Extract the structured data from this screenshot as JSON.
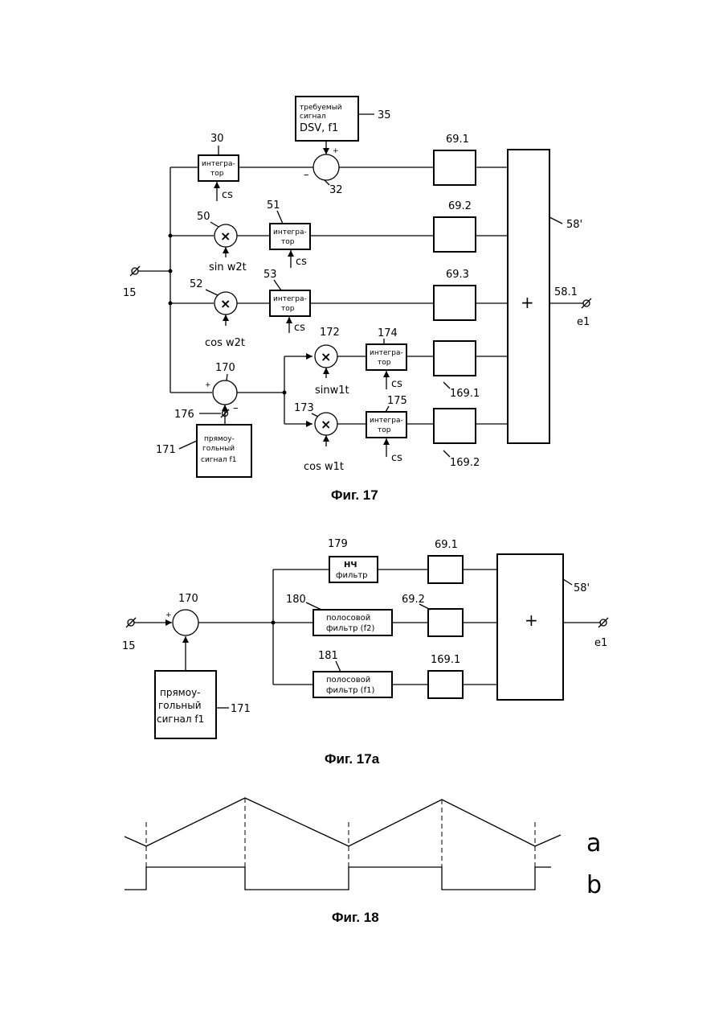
{
  "fig17": {
    "caption": "Фиг. 17",
    "integrator_label_1": "интегра-",
    "integrator_label_2": "тор",
    "cs_label": "cs",
    "required_signal_1": "требуемый",
    "required_signal_2": "сигнал",
    "required_signal_3": "DSV, f1",
    "rect_signal_1": "прямоу-",
    "rect_signal_2": "гольный",
    "rect_signal_3": "сигнал f1",
    "sin_w2t": "sin w2t",
    "cos_w2t": "cos w2t",
    "sin_w1t": "sinw1t",
    "cos_w1t": "cos w1t",
    "sum_plus": "+",
    "refs": {
      "r30": "30",
      "r35": "35",
      "r32": "32",
      "r50": "50",
      "r51": "51",
      "r52": "52",
      "r53": "53",
      "r15": "15",
      "r170": "170",
      "r172": "172",
      "r173": "173",
      "r174": "174",
      "r175": "175",
      "r176": "176",
      "r171": "171",
      "r691": "69.1",
      "r692": "69.2",
      "r693": "69.3",
      "r1691": "169.1",
      "r1692": "169.2",
      "r58p": "58'",
      "r581": "58.1",
      "e1": "e1"
    }
  },
  "fig17a": {
    "caption": "Фиг. 17а",
    "lpf_1": "НЧ",
    "lpf_2": "фильтр",
    "bpf2_1": "полосовой",
    "bpf2_2": "фильтр (f2)",
    "bpf1_1": "полосовой",
    "bpf1_2": "фильтр (f1)",
    "rect_1": "прямоу-",
    "rect_2": "гольный",
    "rect_3": "сигнал f1",
    "sum_plus": "+",
    "refs": {
      "r179": "179",
      "r180": "180",
      "r181": "181",
      "r170": "170",
      "r171": "171",
      "r15": "15",
      "r691": "69.1",
      "r692": "69.2",
      "r1691": "169.1",
      "r58": "58'",
      "e1": "e1"
    }
  },
  "fig18": {
    "caption": "Фиг. 18",
    "label_a": "a",
    "label_b": "b"
  }
}
